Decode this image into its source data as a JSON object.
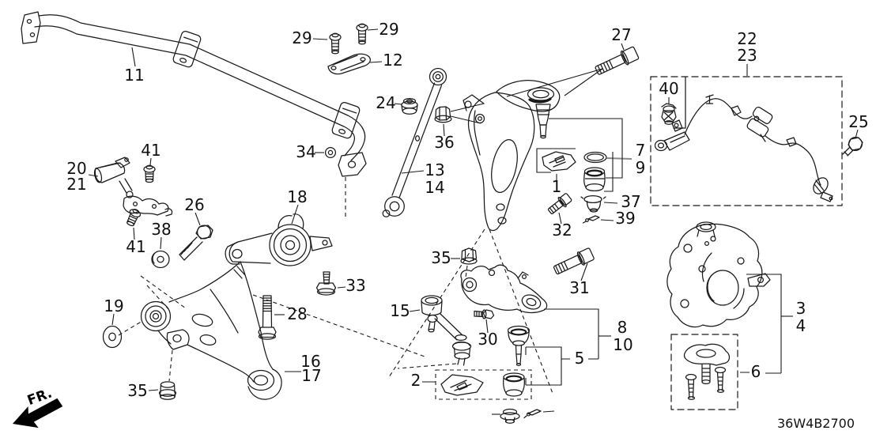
{
  "diagram": {
    "code": "36W4B2700",
    "direction_label": "FR.",
    "colors": {
      "line": "#1a1a1a",
      "background": "#ffffff",
      "muted_leader": "#8a8a8a"
    },
    "callouts": [
      {
        "t": "29"
      },
      {
        "t": "29"
      },
      {
        "t": "12"
      },
      {
        "t": "11"
      },
      {
        "t": "27"
      },
      {
        "t": "24"
      },
      {
        "t": "36"
      },
      {
        "t": "34"
      },
      {
        "t": "22"
      },
      {
        "t": "23"
      },
      {
        "t": "40"
      },
      {
        "t": "25"
      },
      {
        "t": "20"
      },
      {
        "t": "21"
      },
      {
        "t": "41"
      },
      {
        "t": "41"
      },
      {
        "t": "26"
      },
      {
        "t": "38"
      },
      {
        "t": "13"
      },
      {
        "t": "14"
      },
      {
        "t": "18"
      },
      {
        "t": "7"
      },
      {
        "t": "9"
      },
      {
        "t": "1"
      },
      {
        "t": "37"
      },
      {
        "t": "39"
      },
      {
        "t": "32"
      },
      {
        "t": "31"
      },
      {
        "t": "35"
      },
      {
        "t": "33"
      },
      {
        "t": "28"
      },
      {
        "t": "15"
      },
      {
        "t": "30"
      },
      {
        "t": "8"
      },
      {
        "t": "10"
      },
      {
        "t": "5"
      },
      {
        "t": "2"
      },
      {
        "t": "19"
      },
      {
        "t": "16"
      },
      {
        "t": "17"
      },
      {
        "t": "35"
      },
      {
        "t": "3"
      },
      {
        "t": "4"
      },
      {
        "t": "6"
      }
    ]
  }
}
